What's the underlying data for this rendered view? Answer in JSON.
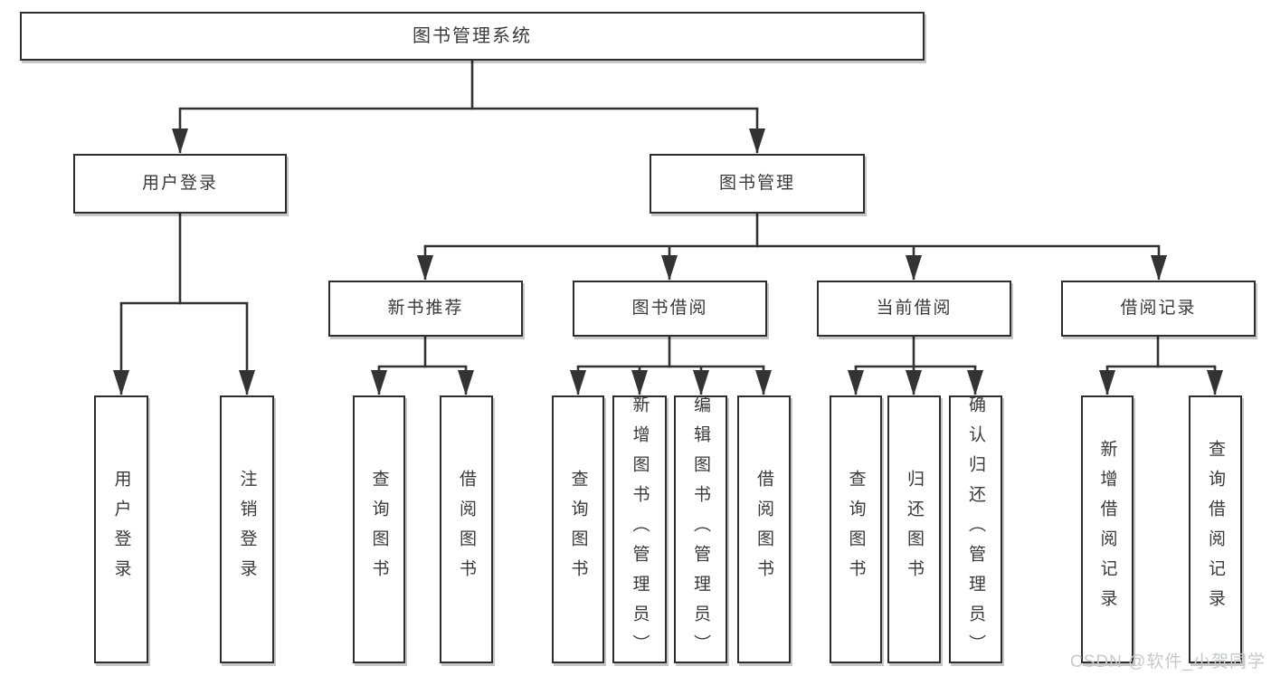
{
  "diagram": {
    "colors": {
      "background": "#ffffff",
      "line": "#333333",
      "box_border": "#2e2e2e",
      "text": "#3a3a3a",
      "watermark_text": "#c5cacd"
    },
    "root": {
      "label": "图书管理系统"
    },
    "level2": [
      {
        "label": "用户登录"
      },
      {
        "label": "图书管理"
      }
    ],
    "level3": [
      {
        "label": "新书推荐"
      },
      {
        "label": "图书借阅"
      },
      {
        "label": "当前借阅"
      },
      {
        "label": "借阅记录"
      }
    ],
    "leaves": {
      "user": [
        {
          "label": "用户登录"
        },
        {
          "label": "注销登录"
        }
      ],
      "recommend": [
        {
          "label": "查询图书"
        },
        {
          "label": "借阅图书"
        }
      ],
      "borrow": [
        {
          "label": "查询图书"
        },
        {
          "label": "新增图书（管理员）"
        },
        {
          "label": "编辑图书（管理员）"
        },
        {
          "label": "借阅图书"
        }
      ],
      "current": [
        {
          "label": "查询图书"
        },
        {
          "label": "归还图书"
        },
        {
          "label": "确认归还（管理员）"
        }
      ],
      "records": [
        {
          "label": "新增借阅记录"
        },
        {
          "label": "查询借阅记录"
        }
      ]
    },
    "watermark": "CSDN @软件_小贺同学"
  }
}
